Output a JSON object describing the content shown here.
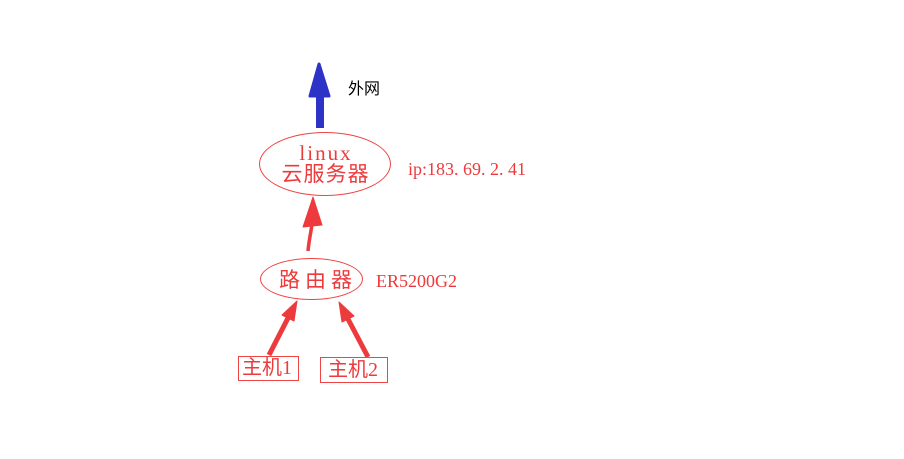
{
  "diagram": {
    "colors": {
      "red": "#ed3a3c",
      "blue": "#2d33c6"
    },
    "external_network": {
      "label": "外网"
    },
    "cloud_server": {
      "name_line1": "linux",
      "name_line2": "云服务器",
      "ip_label": "ip:183. 69. 2. 41"
    },
    "router": {
      "label": "路由器",
      "model_label": "ER5200G2"
    },
    "hosts": [
      {
        "label": "主机1"
      },
      {
        "label": "主机2"
      }
    ]
  }
}
